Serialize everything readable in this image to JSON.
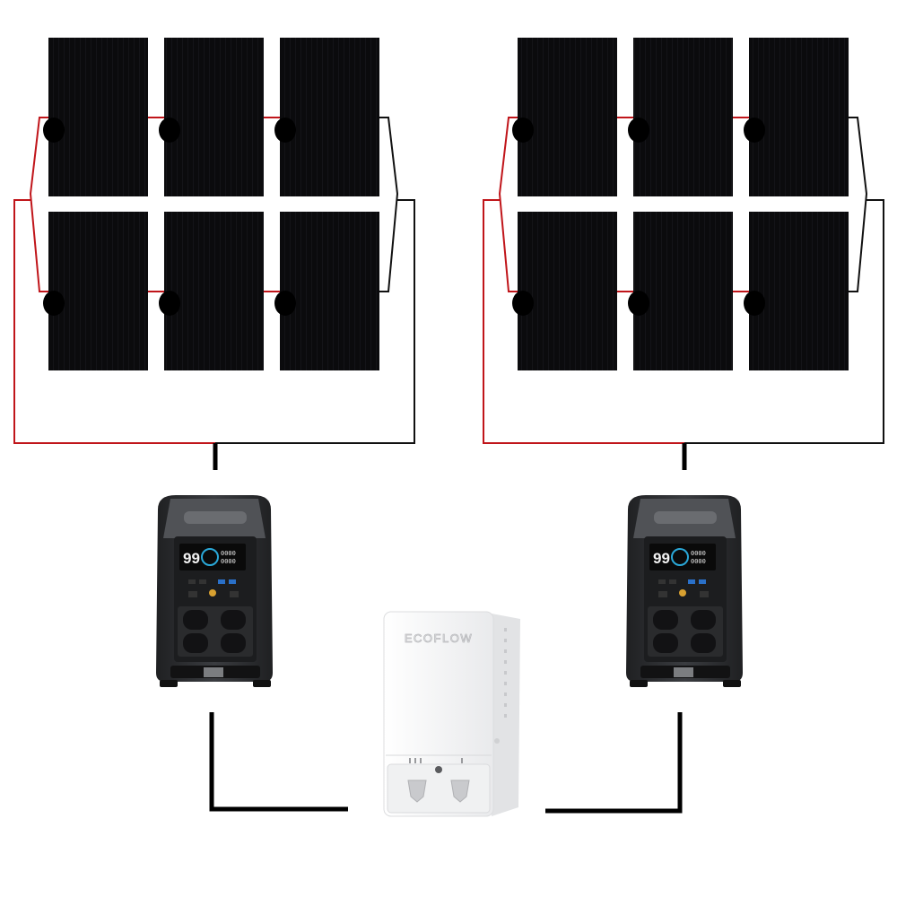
{
  "left_station": {
    "display": {
      "soc": "99",
      "in_watts": "0000",
      "out_watts": "0000"
    }
  },
  "right_station": {
    "display": {
      "soc": "99",
      "in_watts": "0000",
      "out_watts": "0000"
    }
  },
  "smart_panel": {
    "brand": "ECOFLOW"
  },
  "colors": {
    "positive_wire": "#c0151a",
    "negative_wire": "#111111",
    "panel": "#0c0c0e",
    "station_body": "#2b2d30",
    "smart_panel_body": "#f4f5f6"
  }
}
